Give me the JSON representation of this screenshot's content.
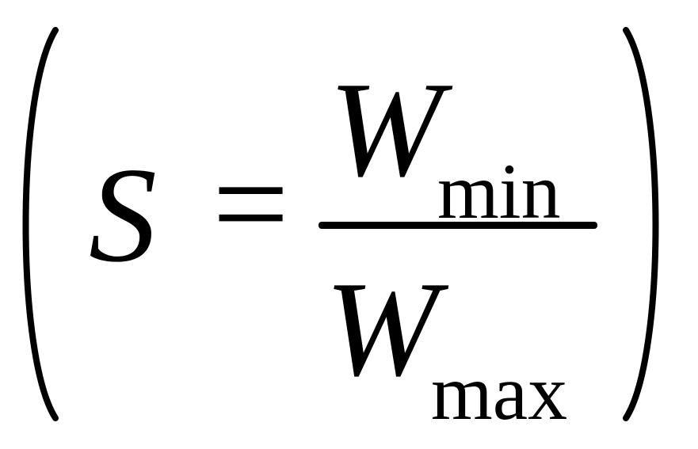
{
  "formula": {
    "lhs_variable": "S",
    "equals_sign": "=",
    "numerator": {
      "variable": "W",
      "subscript": "min"
    },
    "denominator": {
      "variable": "W",
      "subscript": "max"
    },
    "ink_color": "#000000",
    "background_color": "#ffffff"
  }
}
